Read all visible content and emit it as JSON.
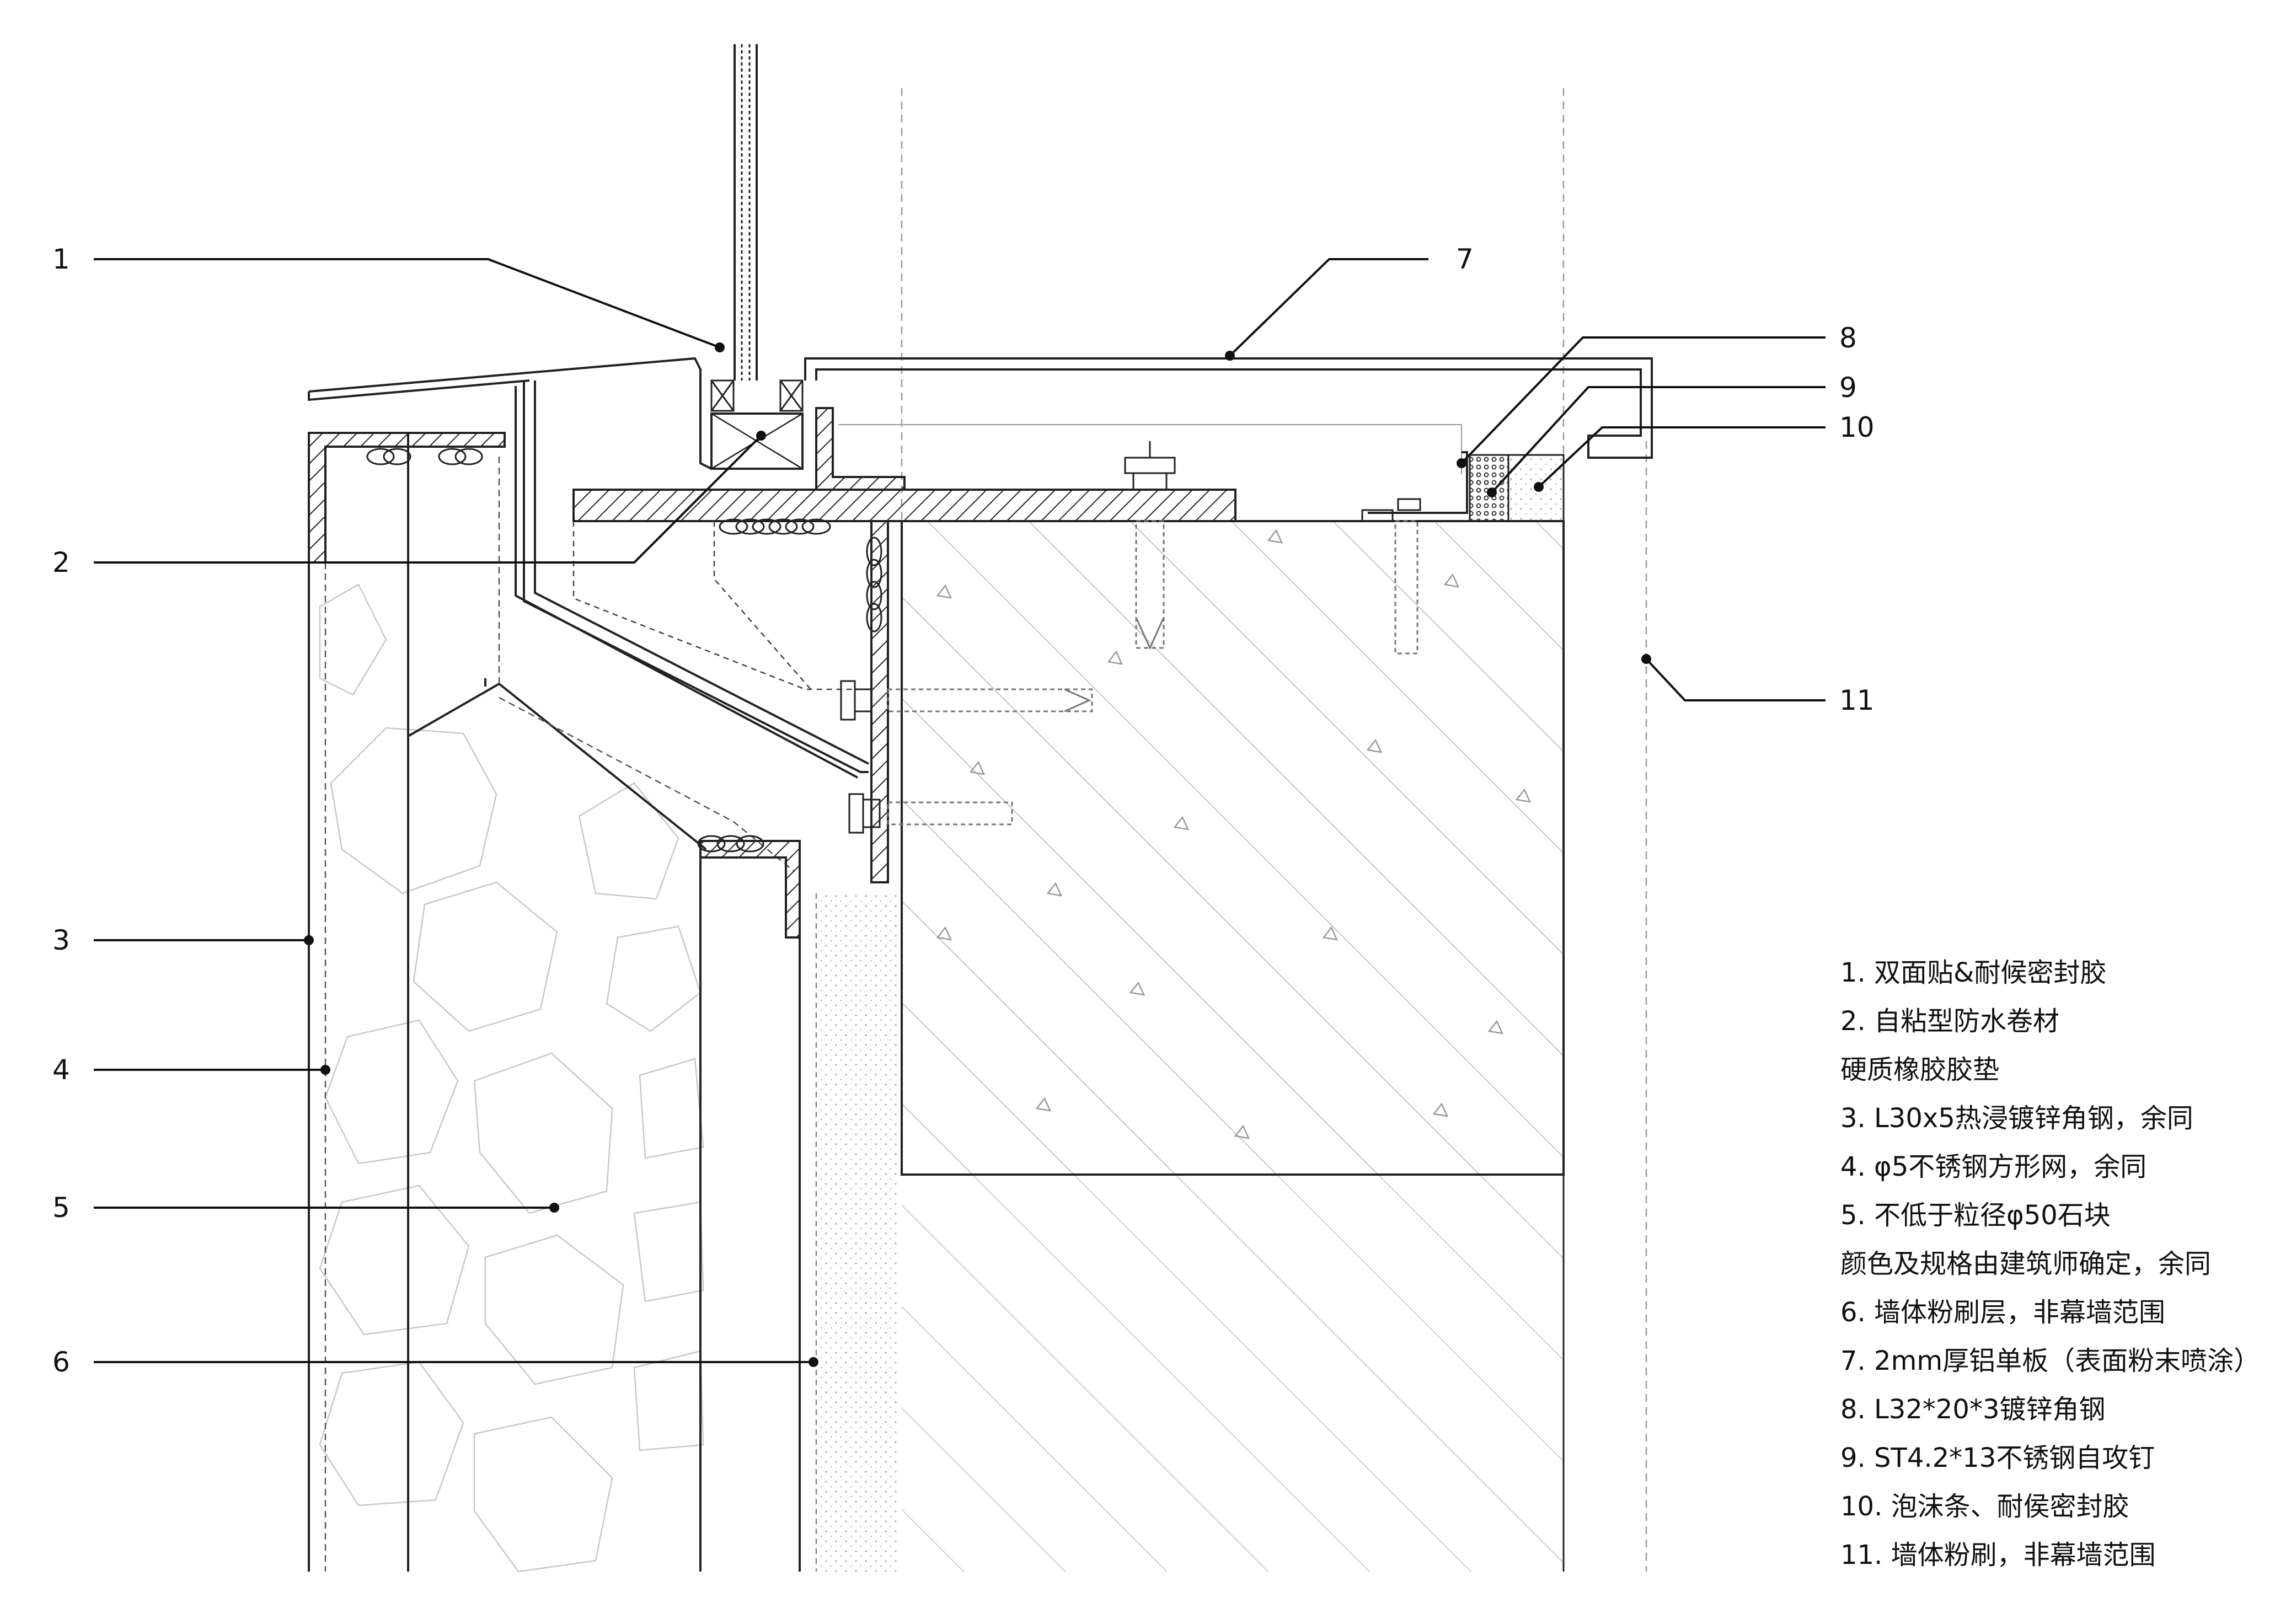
{
  "callouts": [
    "1",
    "2",
    "3",
    "4",
    "5",
    "6",
    "7",
    "8",
    "9",
    "10",
    "11"
  ],
  "legend": [
    "1. 双面贴&耐候密封胶",
    "2. 自粘型防水卷材",
    "硬质橡胶胶垫",
    "3. L30x5热浸镀锌角钢，余同",
    "4. φ5不锈钢方形网，余同",
    "5. 不低于粒径φ50石块",
    "颜色及规格由建筑师确定，余同",
    "6. 墙体粉刷层，非幕墙范围",
    "7. 2mm厚铝单板（表面粉末喷涂）",
    "8. L32*20*3镀锌角钢",
    "9. ST4.2*13不锈钢自攻钉",
    "10. 泡沫条、耐侯密封胶",
    "11. 墙体粉刷，非幕墙范围"
  ]
}
